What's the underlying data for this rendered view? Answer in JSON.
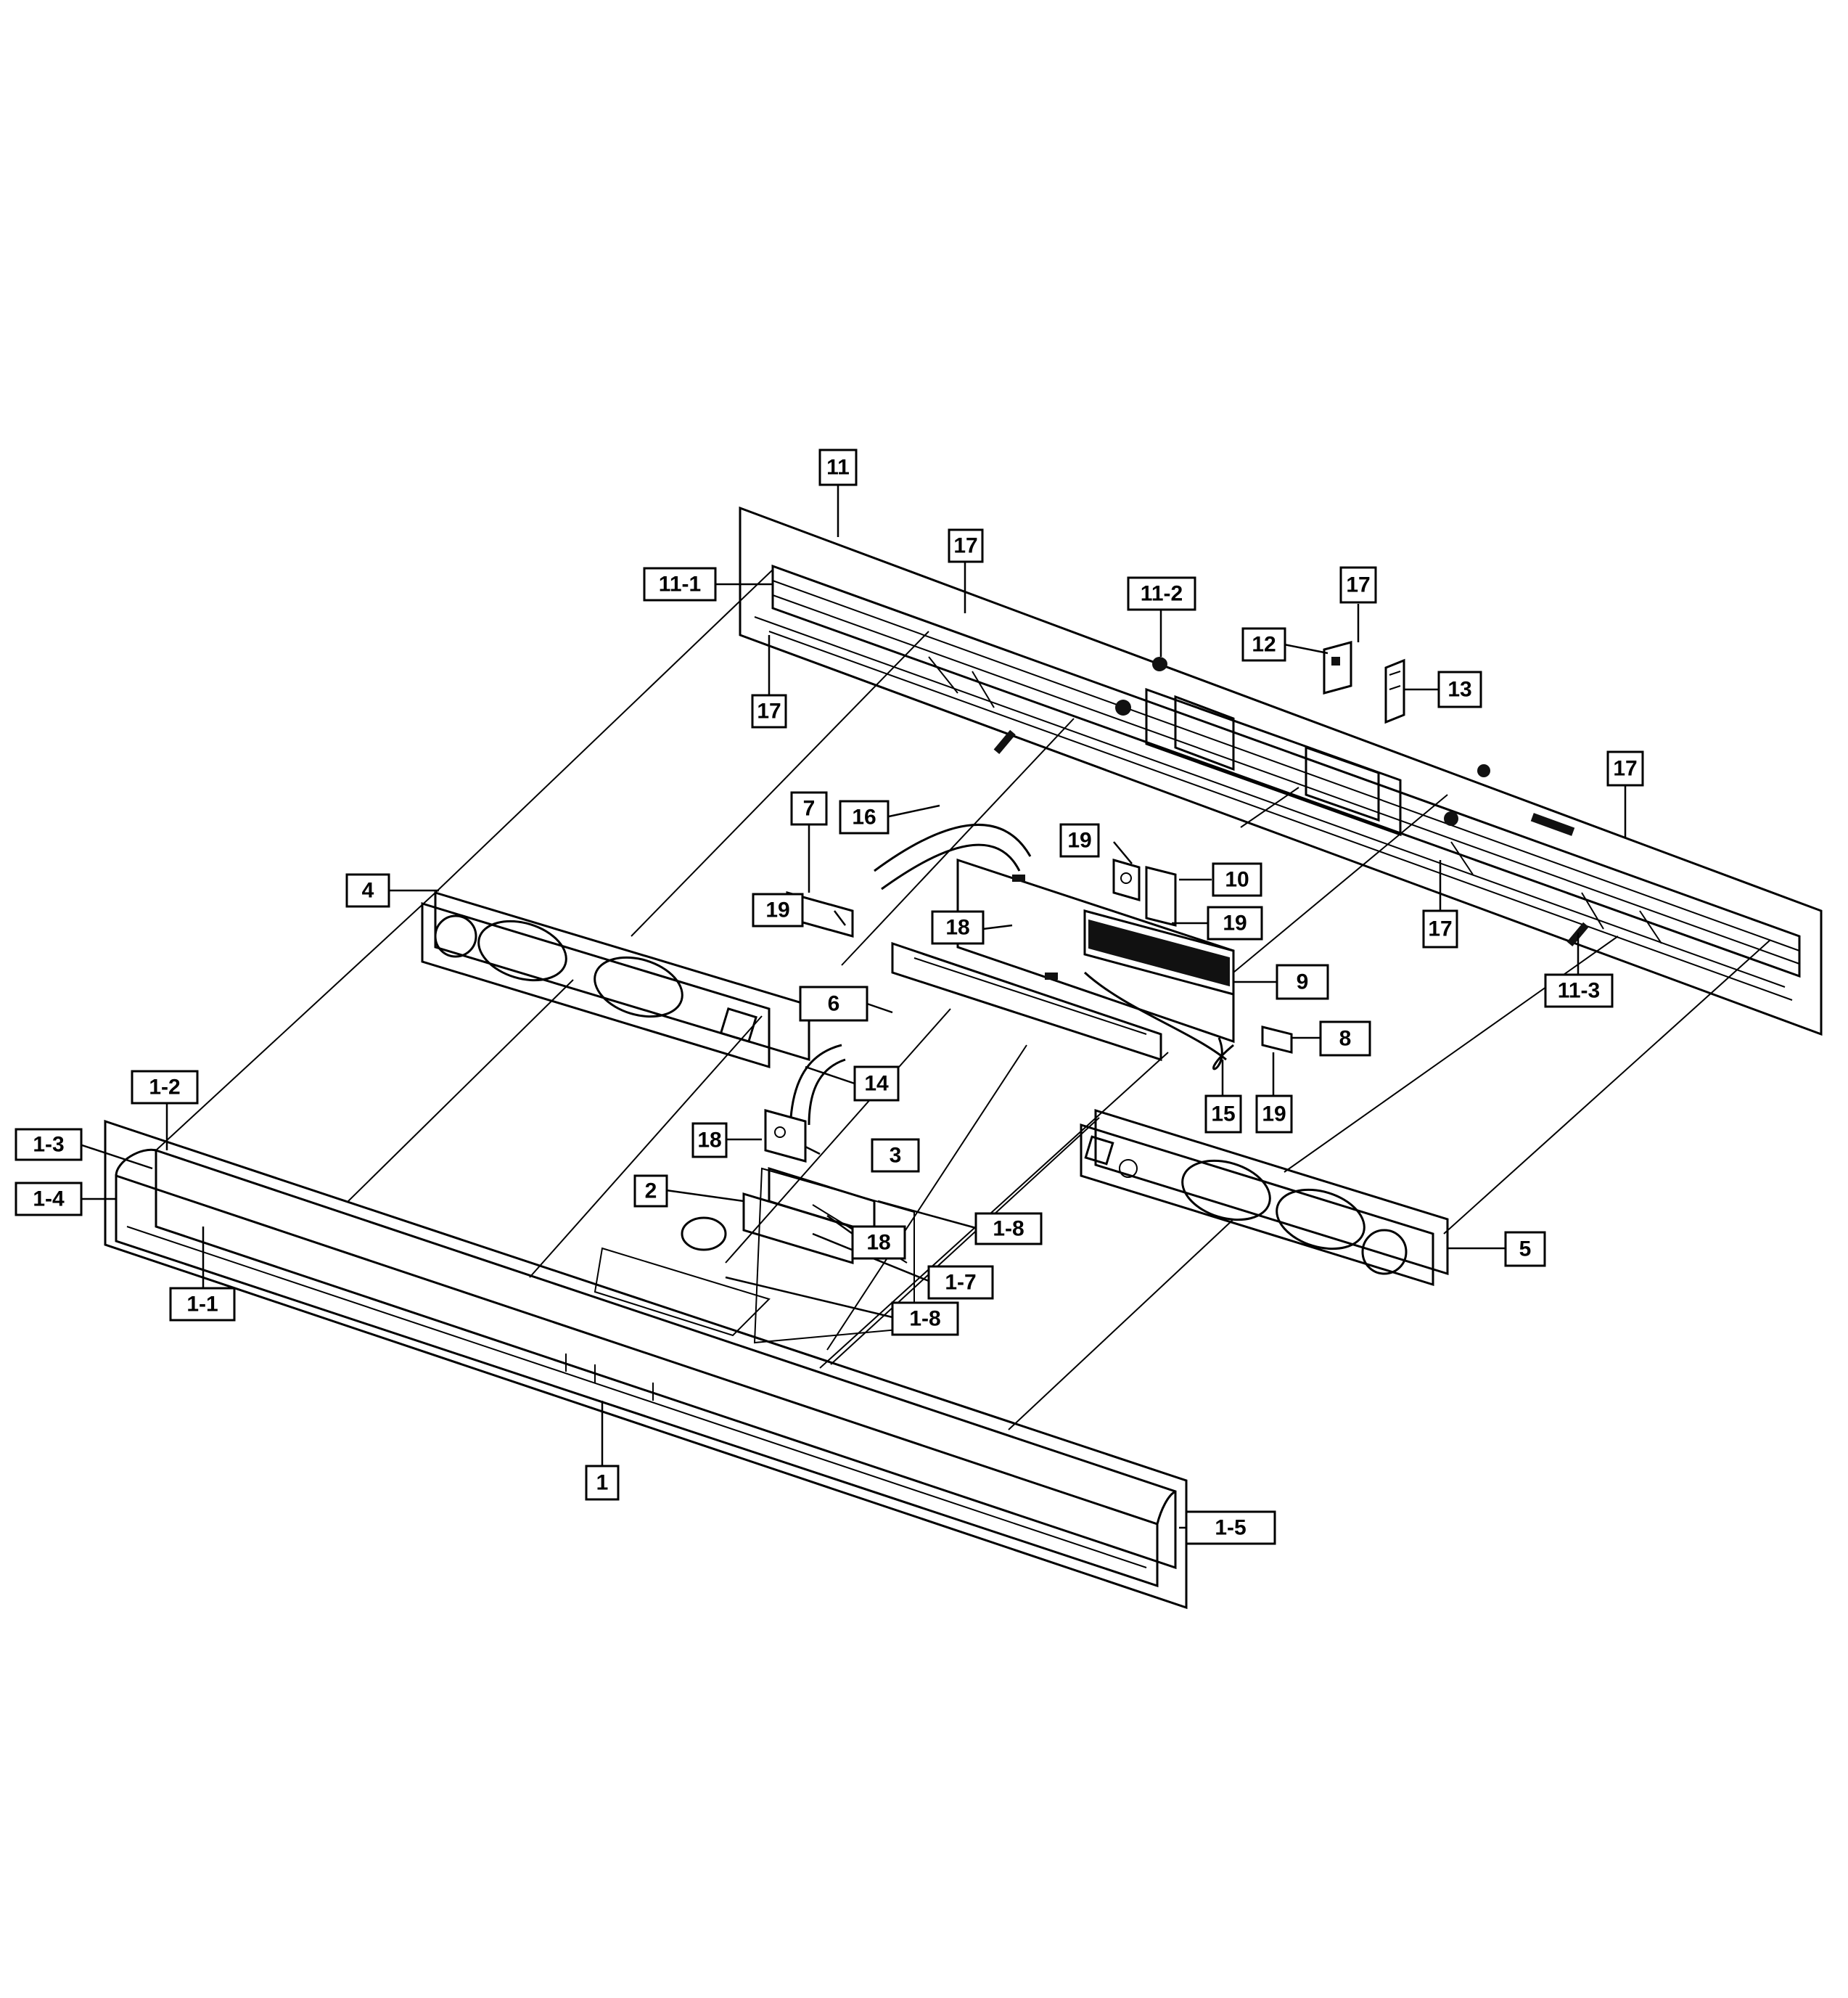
{
  "labels": {
    "l11": "11",
    "l11_1": "11-1",
    "l11_2": "11-2",
    "l11_3": "11-3",
    "l12": "12",
    "l13": "13",
    "l17a": "17",
    "l17b": "17",
    "l17c": "17",
    "l17d": "17",
    "l17e": "17",
    "l16": "16",
    "l7": "7",
    "l19a": "19",
    "l19b": "19",
    "l19c": "19",
    "l19d": "19",
    "l10": "10",
    "l18a": "18",
    "l18b": "18",
    "l18c": "18",
    "l6": "6",
    "l9": "9",
    "l8": "8",
    "l4": "4",
    "l14": "14",
    "l15": "15",
    "l3": "3",
    "l2": "2",
    "l5": "5",
    "l1": "1",
    "l1_1": "1-1",
    "l1_2": "1-2",
    "l1_3": "1-3",
    "l1_4": "1-4",
    "l1_5": "1-5",
    "l1_7": "1-7",
    "l1_8a": "1-8",
    "l1_8b": "1-8"
  },
  "colors": {
    "line": "#000000",
    "background": "#ffffff"
  }
}
